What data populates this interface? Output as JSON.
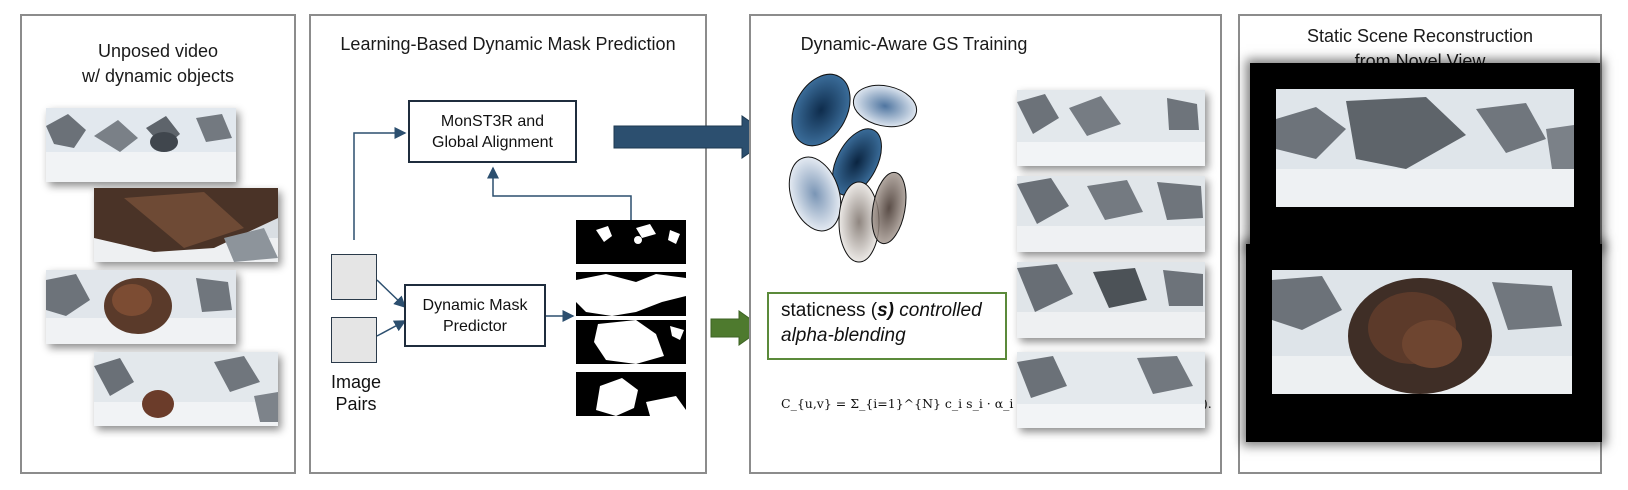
{
  "panel1": {
    "title_line1": "Unposed video",
    "title_line2": "w/ dynamic objects"
  },
  "panel2": {
    "title": "Learning-Based Dynamic Mask Prediction",
    "monst3r_box": "MonST3R and\nGlobal Alignment",
    "predictor_box": "Dynamic Mask\nPredictor",
    "image_pairs": "Image\nPairs"
  },
  "panel3": {
    "title": "Dynamic-Aware GS Training",
    "blend_text_plain": "staticness (",
    "blend_text_symbol": "s)",
    "blend_text_rest": " controlled",
    "blend_text_line2": "alpha-blending",
    "formula": "C_{u,v} = Σ_{i=1}^{N} c_i s_i · α_i ∏_{j=1}^{i−1} (1 − s_j · α_j)."
  },
  "panel4": {
    "title_line1": "Static Scene Reconstruction",
    "title_line2": "from Novel View"
  },
  "colors": {
    "arrow_blue": "#2c4f6f",
    "arrow_green": "#4e7a2e",
    "box_border_green": "#5b8a3a",
    "panel_border": "#8c8c8c"
  }
}
